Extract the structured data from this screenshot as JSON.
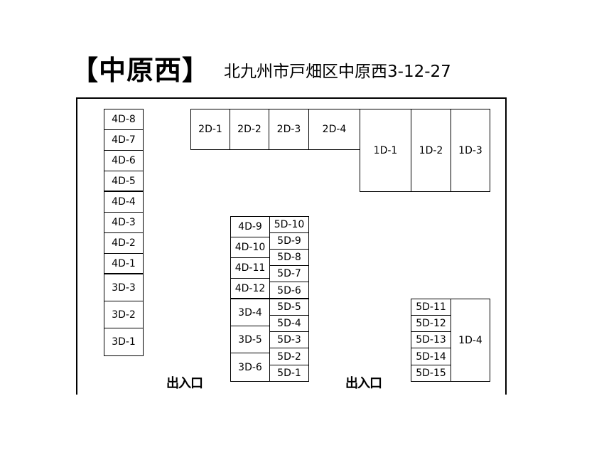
{
  "header": {
    "name": "【中原西】",
    "address": "北九州市戸畑区中原西3-12-27"
  },
  "entrances": [
    "出入口",
    "出入口"
  ],
  "col_left": [
    "4D-8",
    "4D-7",
    "4D-6",
    "4D-5",
    "4D-4",
    "4D-3",
    "4D-2",
    "4D-1",
    "3D-3",
    "3D-2",
    "3D-1"
  ],
  "top_row_small": [
    "2D-1",
    "2D-2",
    "2D-3",
    "2D-4"
  ],
  "top_row_big": [
    "1D-1",
    "1D-2",
    "1D-3"
  ],
  "center_left": [
    "4D-9",
    "4D-10",
    "4D-11",
    "4D-12",
    "3D-4",
    "3D-5",
    "3D-6"
  ],
  "center_right": [
    "5D-10",
    "5D-9",
    "5D-8",
    "5D-7",
    "5D-6",
    "5D-5",
    "5D-4",
    "5D-3",
    "5D-2",
    "5D-1"
  ],
  "right_block": [
    "5D-11",
    "5D-12",
    "5D-13",
    "5D-14",
    "5D-15"
  ],
  "right_big": "1D-4"
}
